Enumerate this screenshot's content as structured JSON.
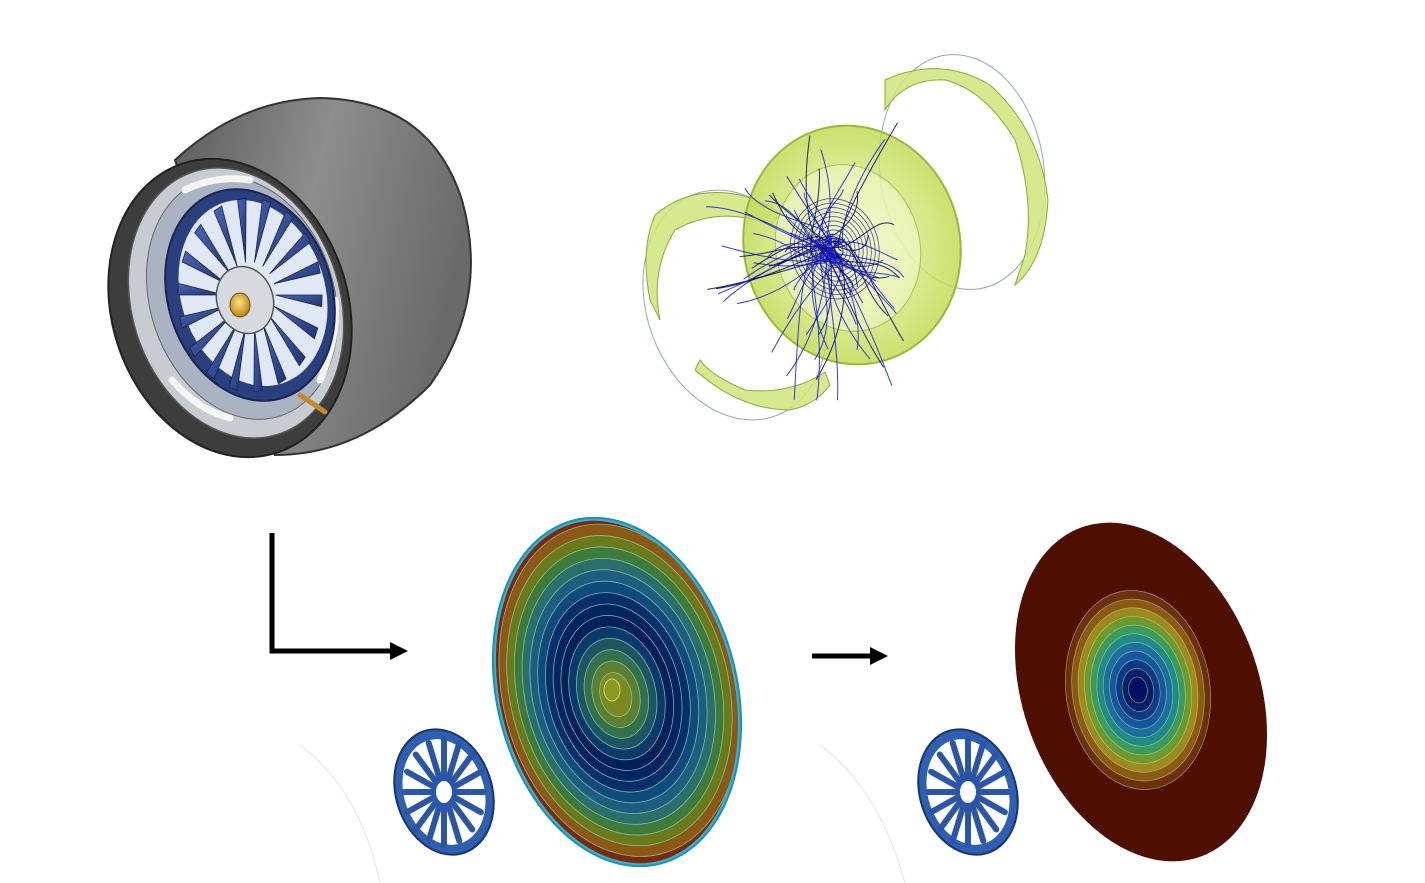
{
  "figure": {
    "panels": [
      {
        "id": "wheel-cad-model",
        "kind": "3d-cad-model",
        "colors": {
          "rim": "#7a7a7a",
          "spokes": "#2e4a8f",
          "hub": "#c9a227"
        }
      },
      {
        "id": "flow-streamlines",
        "kind": "cfd-streamlines",
        "colors": {
          "surface": "#d8ec8a",
          "streamlines": "#1515d0"
        }
      },
      {
        "id": "contour-result-1",
        "kind": "contour-plot",
        "palette": [
          "#002a66",
          "#1b6f8f",
          "#2f8c5a",
          "#7a9a1e",
          "#a67a12",
          "#8a2a10"
        ]
      },
      {
        "id": "contour-result-2",
        "kind": "contour-plot",
        "palette": [
          "#001a66",
          "#1e5fa0",
          "#2aa080",
          "#9fb030",
          "#b56a20",
          "#520f00"
        ]
      }
    ],
    "arrows": [
      {
        "id": "elbow-arrow",
        "from": "wheel-cad-model",
        "to": "contour-result-1"
      },
      {
        "id": "straight-arrow",
        "from": "contour-result-1",
        "to": "contour-result-2"
      }
    ]
  }
}
